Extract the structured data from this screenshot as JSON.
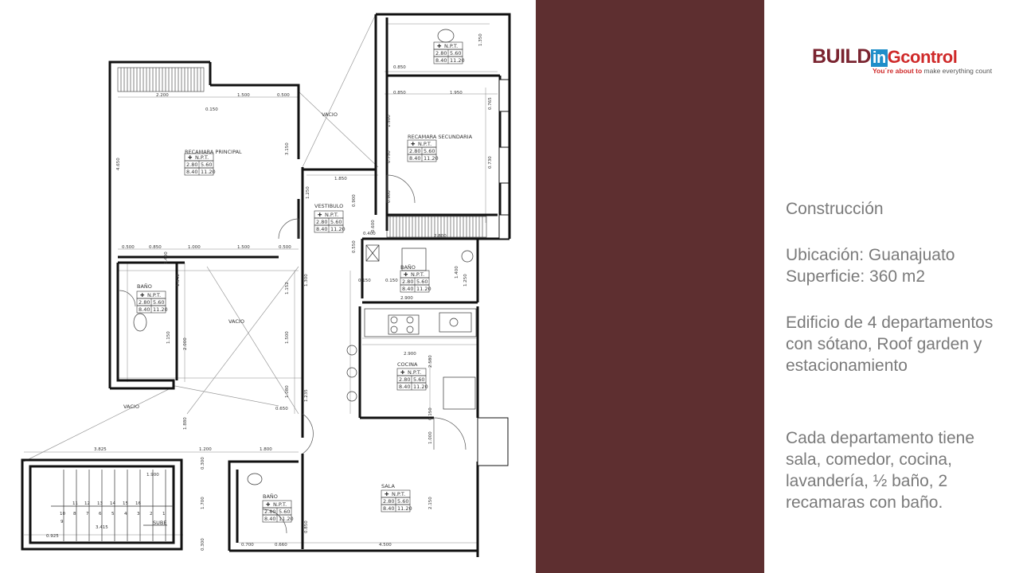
{
  "colors": {
    "band": "#5e2f30",
    "text": "#7a7a7a",
    "logo_dark": "#7a2430",
    "logo_blue": "#1f8ec9",
    "logo_red": "#cf2a2a"
  },
  "logo": {
    "part1": "BUILD",
    "part2": "in",
    "part3": "Gcontrol",
    "tagline_a": "You´re about to",
    "tagline_b": " make everything count"
  },
  "info": {
    "title": "Construcción",
    "location": "Ubicación: Guanajuato",
    "surface": "Superficie: 360 m2",
    "description": "Edificio de 4 departamentos con sótano, Roof garden y estacionamiento",
    "details": "Cada departamento tiene sala, comedor, cocina, lavandería, ½ baño, 2 recamaras con baño."
  },
  "plan": {
    "rooms": [
      {
        "name": "RECAMARA PRINCIPAL"
      },
      {
        "name": "RECAMARA SECUNDARIA"
      },
      {
        "name": "VESTIBULO"
      },
      {
        "name": "BAÑO"
      },
      {
        "name": "COCINA"
      },
      {
        "name": "SALA"
      },
      {
        "name": "BAÑO"
      },
      {
        "name": "BAÑO"
      }
    ],
    "npt": {
      "label": "N.P.T.",
      "v1": "2.80",
      "v2": "5.60",
      "v3": "8.40",
      "v4": "11.20"
    },
    "voids": [
      "VACIO",
      "VACIO",
      "VACIO"
    ],
    "stair_label": "SUBE",
    "stair_numbers": [
      "10",
      "11",
      "12",
      "13",
      "14",
      "15",
      "16",
      "9",
      "8",
      "7",
      "6",
      "5",
      "4",
      "3",
      "2",
      "1"
    ],
    "dimensions": [
      "2.200",
      "1.500",
      "0.500",
      "0.150",
      "4.650",
      "3.150",
      "1.850",
      "1.250",
      "0.500",
      "0.850",
      "1.000",
      "1.500",
      "0.500",
      "1.152",
      "1.300",
      "1.500",
      "1.080",
      "1.235",
      "0.650",
      "2.000",
      "1.150",
      "3.825",
      "1.200",
      "1.800",
      "1.880",
      "0.300",
      "1.700",
      "0.300",
      "0.850",
      "0.700",
      "0.660",
      "4.500",
      "2.150",
      "1.000",
      "0.150",
      "2.900",
      "2.900",
      "2.580",
      "1.350",
      "0.850",
      "1.950",
      "0.850",
      "1.500",
      "0.750",
      "0.900",
      "0.600",
      "0.400",
      "2.800",
      "0.150",
      "0.150",
      "0.550",
      "0.900",
      "1.250",
      "0.765",
      "0.730",
      "1.400",
      "0.400",
      "1.340",
      "3.415",
      "0.925",
      "1.900"
    ]
  }
}
